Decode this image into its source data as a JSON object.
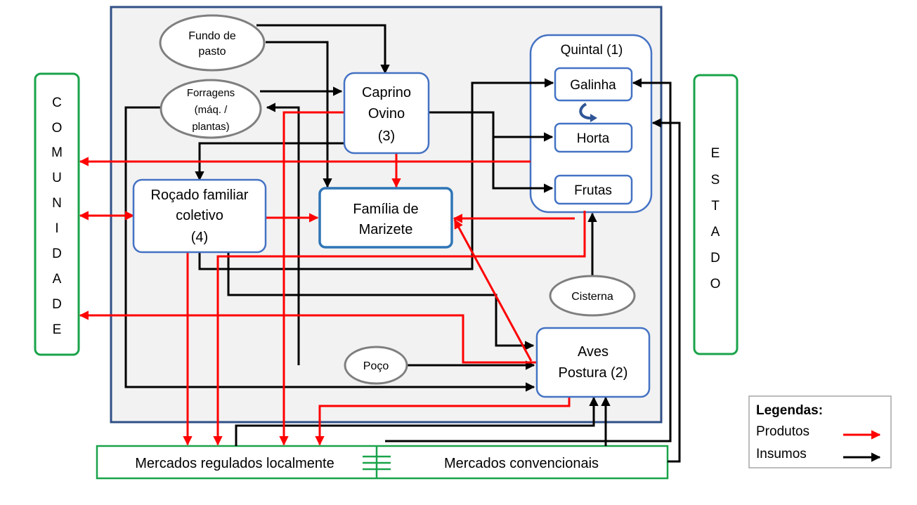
{
  "community": {
    "letters": [
      "C",
      "O",
      "M",
      "U",
      "N",
      "I",
      "D",
      "A",
      "D",
      "E"
    ]
  },
  "state": {
    "letters": [
      "E",
      "S",
      "T",
      "A",
      "D",
      "O"
    ]
  },
  "nodes": {
    "fundo": {
      "lines": [
        "Fundo de",
        "pasto"
      ]
    },
    "forragens": {
      "lines": [
        "Forragens",
        "(máq. /",
        "plantas)"
      ]
    },
    "caprino": {
      "lines": [
        "Caprino",
        "Ovino",
        "(3)"
      ]
    },
    "quintal": {
      "title": "Quintal  (1)"
    },
    "galinha": {
      "label": "Galinha"
    },
    "horta": {
      "label": "Horta"
    },
    "frutas": {
      "label": "Frutas"
    },
    "rocado": {
      "lines": [
        "Roçado familiar",
        "coletivo",
        "(4)"
      ]
    },
    "familia": {
      "lines": [
        "Família de",
        "Marizete"
      ]
    },
    "cisterna": {
      "label": "Cisterna"
    },
    "aves": {
      "lines": [
        "Aves",
        "Postura (2)"
      ]
    },
    "poco": {
      "label": "Poço"
    }
  },
  "markets": {
    "local": "Mercados  regulados localmente",
    "conventional": "Mercados convencionais"
  },
  "legend": {
    "title": "Legendas:",
    "products": "Produtos",
    "inputs": "Insumos"
  },
  "colors": {
    "products": "#ff0000",
    "inputs": "#000000",
    "green_border": "#1aa34a",
    "node_border": "#4472c4",
    "frame_border": "#2f4f86",
    "frame_fill": "#f2f2f2",
    "ellipse_border": "#7f7f7f"
  }
}
